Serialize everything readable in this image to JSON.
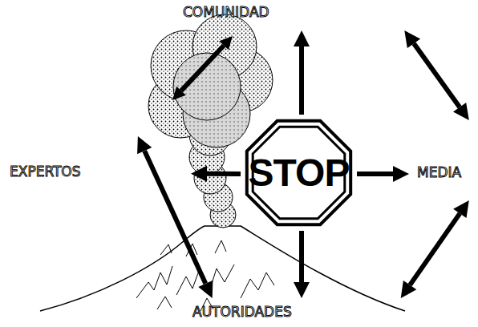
{
  "diagram": {
    "nodes": [
      {
        "text": [
          "COMUNIDAD"
        ]
      },
      {
        "text": [
          "EXPERTOS"
        ]
      },
      {
        "text": [
          "STOP"
        ]
      },
      {
        "text": [
          "MEDIA"
        ]
      },
      {
        "text": [
          "AUTORIDADES"
        ]
      }
    ],
    "edges": [
      {
        "from": 2,
        "to": 0,
        "arrow": "to"
      },
      {
        "from": 2,
        "to": 1,
        "arrow": "to"
      },
      {
        "from": 2,
        "to": 3,
        "arrow": "to"
      },
      {
        "from": 2,
        "to": 4,
        "arrow": "to"
      },
      {
        "from": 0,
        "to": 3,
        "arrow": "both"
      },
      {
        "from": 3,
        "to": 4,
        "arrow": "both"
      },
      {
        "from": 1,
        "to": 4,
        "arrow": "both"
      }
    ]
  }
}
